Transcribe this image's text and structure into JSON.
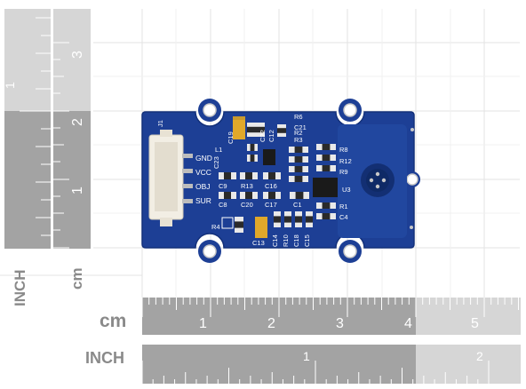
{
  "rulers": {
    "left_inch_label": "INCH",
    "left_cm_label": "cm",
    "left_inch_numbers": [
      "1"
    ],
    "left_cm_numbers": [
      "3",
      "2",
      "1"
    ],
    "bottom_cm_label": "cm",
    "bottom_cm_numbers": [
      "1",
      "2",
      "3",
      "4",
      "5"
    ],
    "bottom_inch_label": "INCH",
    "bottom_inch_numbers": [
      "1",
      "2"
    ]
  },
  "board": {
    "connector_label": "J1",
    "pins": [
      "GND",
      "VCC",
      "OBJ",
      "SUR"
    ],
    "components": [
      "C19",
      "C21",
      "C22",
      "C12",
      "L1",
      "C23",
      "R6",
      "R2",
      "R3",
      "R8",
      "R12",
      "R9",
      "U3",
      "R1",
      "C4",
      "C9",
      "R13",
      "C16",
      "C8",
      "C20",
      "C17",
      "C1",
      "R4",
      "C13",
      "C14",
      "R10",
      "C18",
      "C15"
    ]
  },
  "colors": {
    "pcb": "#1d3f95",
    "pcb_edge": "#13307a",
    "ruler_dark": "#a3a3a3",
    "ruler_light": "#d8d8d8",
    "grid": "#e3e3e3"
  }
}
